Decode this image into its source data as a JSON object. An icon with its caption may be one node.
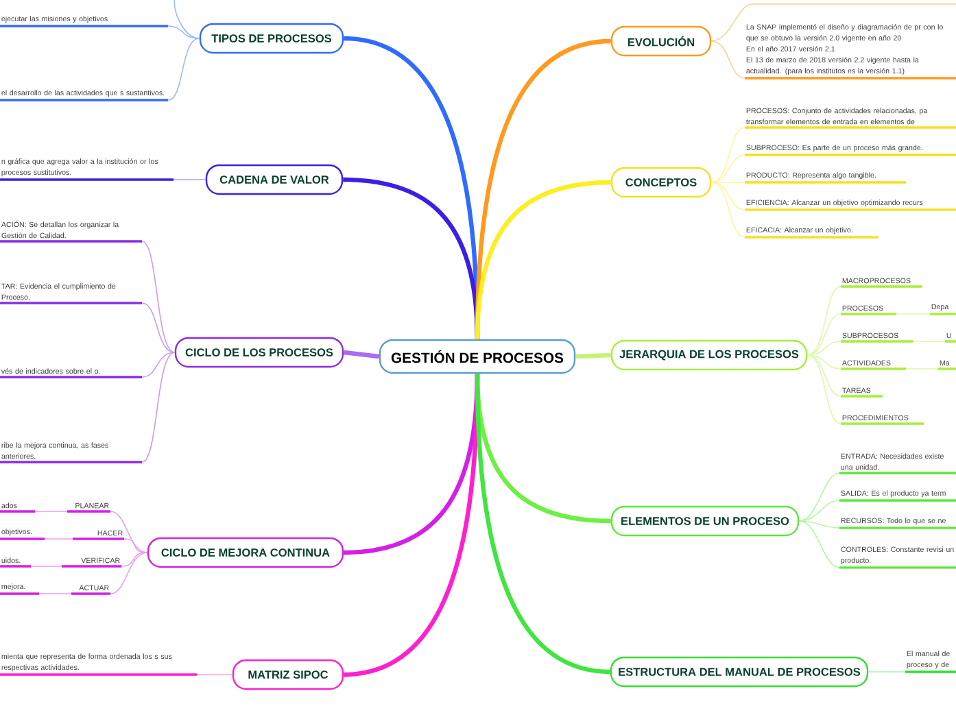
{
  "diagram": {
    "nodes": [
      {
        "text": [
          "GESTIÓN DE PROCESOS"
        ]
      },
      {
        "text": [
          "TIPOS DE PROCESOS"
        ]
      },
      {
        "text": [
          "ejecutar las misiones y objetivos"
        ]
      },
      {
        "text": [
          "el desarrollo de las actividades que s sustantivos."
        ]
      },
      {
        "text": [
          "CADENA DE VALOR"
        ]
      },
      {
        "text": [
          "n gráfica que agrega valor a la institución or los procesos sustitutivos."
        ]
      },
      {
        "text": [
          "CICLO DE LOS PROCESOS"
        ]
      },
      {
        "text": [
          "ACIÓN: Se detallan los organizar la Gestión de Calidad."
        ]
      },
      {
        "text": [
          "TAR: Evidencia el cumplimiento de Proceso."
        ]
      },
      {
        "text": [
          "vés de indicadores sobre el o."
        ]
      },
      {
        "text": [
          "ribe la mejora continua, as fases anteriores."
        ]
      },
      {
        "text": [
          "CICLO DE MEJORA CONTINUA"
        ]
      },
      {
        "text": [
          "PLANEAR"
        ]
      },
      {
        "text": [
          "ados"
        ]
      },
      {
        "text": [
          "HACER"
        ]
      },
      {
        "text": [
          "objetivos."
        ]
      },
      {
        "text": [
          "VERIFICAR"
        ]
      },
      {
        "text": [
          "uidos."
        ]
      },
      {
        "text": [
          "ACTUAR"
        ]
      },
      {
        "text": [
          "mejora."
        ]
      },
      {
        "text": [
          "MATRIZ SIPOC"
        ]
      },
      {
        "text": [
          "mienta que representa de forma ordenada los s sus respectivas actividades."
        ]
      },
      {
        "text": [
          "EVOLUCIÓN"
        ]
      },
      {
        "text": [
          "La SNAP implementó el diseño y diagramación de pr con lo que se obtuvo la versión 2.0 vigente en año 20",
          "En el año 2017 versión 2.1",
          "El 13 de marzo de 2018 versión 2.2 vigente hasta la actualidad. (para los institutos es la versión 1.1)"
        ]
      },
      {
        "text": [
          "CONCEPTOS"
        ]
      },
      {
        "text": [
          "PROCESOS: Conjunto de actividades relacionadas, pa transformar elementos de entrada en elementos de"
        ]
      },
      {
        "text": [
          "SUBPROCESO: Es parte de un proceso más grande."
        ]
      },
      {
        "text": [
          "PRODUCTO: Representa algo tangible."
        ]
      },
      {
        "text": [
          "EFICIENCIA: Alcanzar un objetivo optimizando recurs"
        ]
      },
      {
        "text": [
          "EFICACIA: Alcanzar un objetivo."
        ]
      },
      {
        "text": [
          "JERARQUIA DE LOS PROCESOS"
        ]
      },
      {
        "text": [
          "MACROPROCESOS"
        ]
      },
      {
        "text": [
          "PROCESOS"
        ]
      },
      {
        "text": [
          "Depa"
        ]
      },
      {
        "text": [
          "SUBPROCESOS"
        ]
      },
      {
        "text": [
          "U"
        ]
      },
      {
        "text": [
          "ACTIVIDADES"
        ]
      },
      {
        "text": [
          "Ma"
        ]
      },
      {
        "text": [
          "TAREAS"
        ]
      },
      {
        "text": [
          "PROCEDIMIENTOS"
        ]
      },
      {
        "text": [
          "ELEMENTOS DE UN PROCESO"
        ]
      },
      {
        "text": [
          "ENTRADA: Necesidades existe una unidad."
        ]
      },
      {
        "text": [
          "SALIDA: Es el producto ya term"
        ]
      },
      {
        "text": [
          "RECURSOS: Todo lo que se ne"
        ]
      },
      {
        "text": [
          "CONTROLES: Constante revisi un producto."
        ]
      },
      {
        "text": [
          "ESTRUCTURA DEL MANUAL DE PROCESOS"
        ]
      },
      {
        "text": [
          "El manual de proceso y de"
        ]
      }
    ],
    "edges": [
      {
        "from": 0,
        "to": 1,
        "arrow": "none",
        "style": "thick",
        "color": "#2f6bff"
      },
      {
        "from": 0,
        "to": 4,
        "arrow": "none",
        "style": "thick",
        "color": "#3b1fe6"
      },
      {
        "from": 0,
        "to": 6,
        "arrow": "none",
        "style": "thick",
        "color": "#a96cf0"
      },
      {
        "from": 0,
        "to": 11,
        "arrow": "none",
        "style": "thick",
        "color": "#d41fe8"
      },
      {
        "from": 0,
        "to": 20,
        "arrow": "none",
        "style": "thick",
        "color": "#ff1fcf"
      },
      {
        "from": 0,
        "to": 22,
        "arrow": "none",
        "style": "thick",
        "color": "#ff9a1f"
      },
      {
        "from": 0,
        "to": 24,
        "arrow": "none",
        "style": "thick",
        "color": "#ffee1f"
      },
      {
        "from": 0,
        "to": 30,
        "arrow": "none",
        "style": "thick",
        "color": "#c6f27a"
      },
      {
        "from": 0,
        "to": 40,
        "arrow": "none",
        "style": "thick",
        "color": "#6cf043"
      },
      {
        "from": 0,
        "to": 45,
        "arrow": "none",
        "style": "thick",
        "color": "#3fe63f"
      },
      {
        "from": 1,
        "to": null,
        "arrow": "none",
        "color": "#9db8ff"
      },
      {
        "from": 1,
        "to": 2,
        "arrow": "none",
        "color": "#9db8ff"
      },
      {
        "from": 1,
        "to": 3,
        "arrow": "none",
        "color": "#9db8ff"
      },
      {
        "from": 4,
        "to": 5,
        "arrow": "none",
        "color": "#a99cf5"
      },
      {
        "from": 6,
        "to": 7,
        "arrow": "none",
        "color": "#c89cf5"
      },
      {
        "from": 6,
        "to": 8,
        "arrow": "none",
        "color": "#c89cf5"
      },
      {
        "from": 6,
        "to": 9,
        "arrow": "none",
        "color": "#c89cf5"
      },
      {
        "from": 6,
        "to": 10,
        "arrow": "none",
        "color": "#c89cf5"
      },
      {
        "from": 11,
        "to": 12,
        "arrow": "none",
        "color": "#eb9cf5"
      },
      {
        "from": 11,
        "to": 14,
        "arrow": "none",
        "color": "#eb9cf5"
      },
      {
        "from": 11,
        "to": 16,
        "arrow": "none",
        "color": "#eb9cf5"
      },
      {
        "from": 11,
        "to": 18,
        "arrow": "none",
        "color": "#eb9cf5"
      },
      {
        "from": 12,
        "to": 13,
        "arrow": "none",
        "color": "#eb9cf5"
      },
      {
        "from": 14,
        "to": 15,
        "arrow": "none",
        "color": "#eb9cf5"
      },
      {
        "from": 16,
        "to": 17,
        "arrow": "none",
        "color": "#eb9cf5"
      },
      {
        "from": 18,
        "to": 19,
        "arrow": "none",
        "color": "#eb9cf5"
      },
      {
        "from": 20,
        "to": 21,
        "arrow": "none",
        "color": "#ff9ce8"
      },
      {
        "from": 22,
        "to": null,
        "arrow": "none",
        "color": "#ffcf8f"
      },
      {
        "from": 22,
        "to": 23,
        "arrow": "none",
        "color": "#ffcf8f"
      },
      {
        "from": 24,
        "to": 25,
        "arrow": "none",
        "color": "#fff59c"
      },
      {
        "from": 24,
        "to": 26,
        "arrow": "none",
        "color": "#fff59c"
      },
      {
        "from": 24,
        "to": 27,
        "arrow": "none",
        "color": "#fff59c"
      },
      {
        "from": 24,
        "to": 28,
        "arrow": "none",
        "color": "#fff59c"
      },
      {
        "from": 24,
        "to": 29,
        "arrow": "none",
        "color": "#fff59c"
      },
      {
        "from": 30,
        "to": 31,
        "arrow": "none",
        "color": "#dcfaa8"
      },
      {
        "from": 30,
        "to": 32,
        "arrow": "none",
        "color": "#dcfaa8"
      },
      {
        "from": 30,
        "to": 34,
        "arrow": "none",
        "color": "#dcfaa8"
      },
      {
        "from": 30,
        "to": 36,
        "arrow": "none",
        "color": "#dcfaa8"
      },
      {
        "from": 30,
        "to": 38,
        "arrow": "none",
        "color": "#dcfaa8"
      },
      {
        "from": 30,
        "to": 39,
        "arrow": "none",
        "color": "#dcfaa8"
      },
      {
        "from": 32,
        "to": 33,
        "arrow": "none",
        "color": "#dcfaa8"
      },
      {
        "from": 34,
        "to": 35,
        "arrow": "none",
        "color": "#dcfaa8"
      },
      {
        "from": 36,
        "to": 37,
        "arrow": "none",
        "color": "#dcfaa8"
      },
      {
        "from": 40,
        "to": 41,
        "arrow": "none",
        "color": "#b5f7a0"
      },
      {
        "from": 40,
        "to": 42,
        "arrow": "none",
        "color": "#b5f7a0"
      },
      {
        "from": 40,
        "to": 43,
        "arrow": "none",
        "color": "#b5f7a0"
      },
      {
        "from": 40,
        "to": 44,
        "arrow": "none",
        "color": "#b5f7a0"
      },
      {
        "from": 45,
        "to": 46,
        "arrow": "none",
        "color": "#a8f5a8"
      }
    ]
  }
}
